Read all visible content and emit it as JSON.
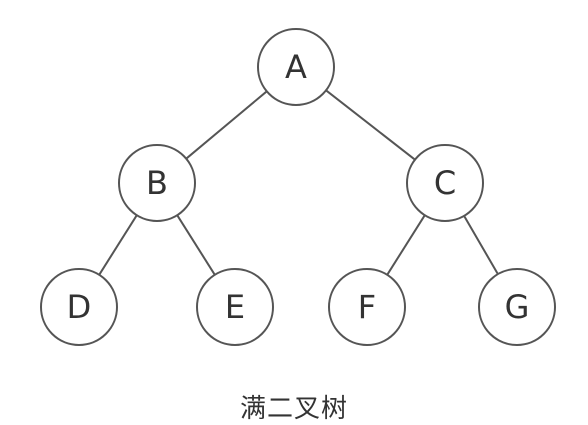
{
  "diagram": {
    "type": "binary-tree",
    "caption": "满二叉树",
    "nodes": [
      {
        "id": "A",
        "label": "A"
      },
      {
        "id": "B",
        "label": "B"
      },
      {
        "id": "C",
        "label": "C"
      },
      {
        "id": "D",
        "label": "D"
      },
      {
        "id": "E",
        "label": "E"
      },
      {
        "id": "F",
        "label": "F"
      },
      {
        "id": "G",
        "label": "G"
      }
    ],
    "edges": [
      {
        "from": "A",
        "to": "B"
      },
      {
        "from": "A",
        "to": "C"
      },
      {
        "from": "B",
        "to": "D"
      },
      {
        "from": "B",
        "to": "E"
      },
      {
        "from": "C",
        "to": "F"
      },
      {
        "from": "C",
        "to": "G"
      }
    ],
    "colors": {
      "stroke": "#555555",
      "text": "#333333",
      "fill": "#ffffff"
    }
  }
}
